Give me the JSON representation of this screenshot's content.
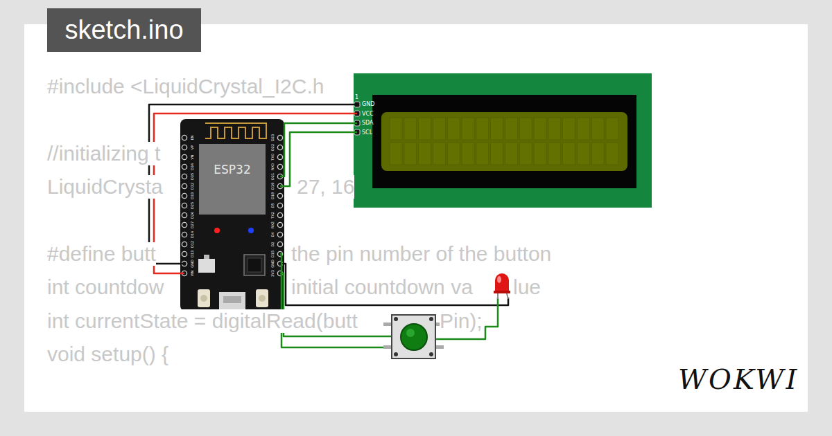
{
  "diagram": {
    "nodes": [
      {
        "text": [
          "sketch.ino"
        ]
      },
      {
        "text": [
          "ESP32"
        ]
      }
    ],
    "labels": [
      "#include <LiquidCrystal_I2C.h",
      "//initializing t",
      "LiquidCrysta",
      "27, 16",
      "#define butt",
      "the pin number of the button",
      "int countdow",
      "initial countdown va",
      "lue",
      "int currentState = digitalRead(butt",
      "Pin);",
      "void setup() {",
      "1",
      "GND",
      "VCC",
      "SDA",
      "SCL",
      "EN",
      "VP",
      "VN",
      "D34",
      "D35",
      "D32",
      "D33",
      "D25",
      "D26",
      "D27",
      "D14",
      "D12",
      "D13",
      "GND",
      "VIN",
      "D23",
      "D22",
      "TX0",
      "RX0",
      "D21",
      "D19",
      "D18",
      "D5",
      "TX2",
      "RX2",
      "D4",
      "D2",
      "D15",
      "GND",
      "3V3",
      "WOKWI"
    ]
  }
}
